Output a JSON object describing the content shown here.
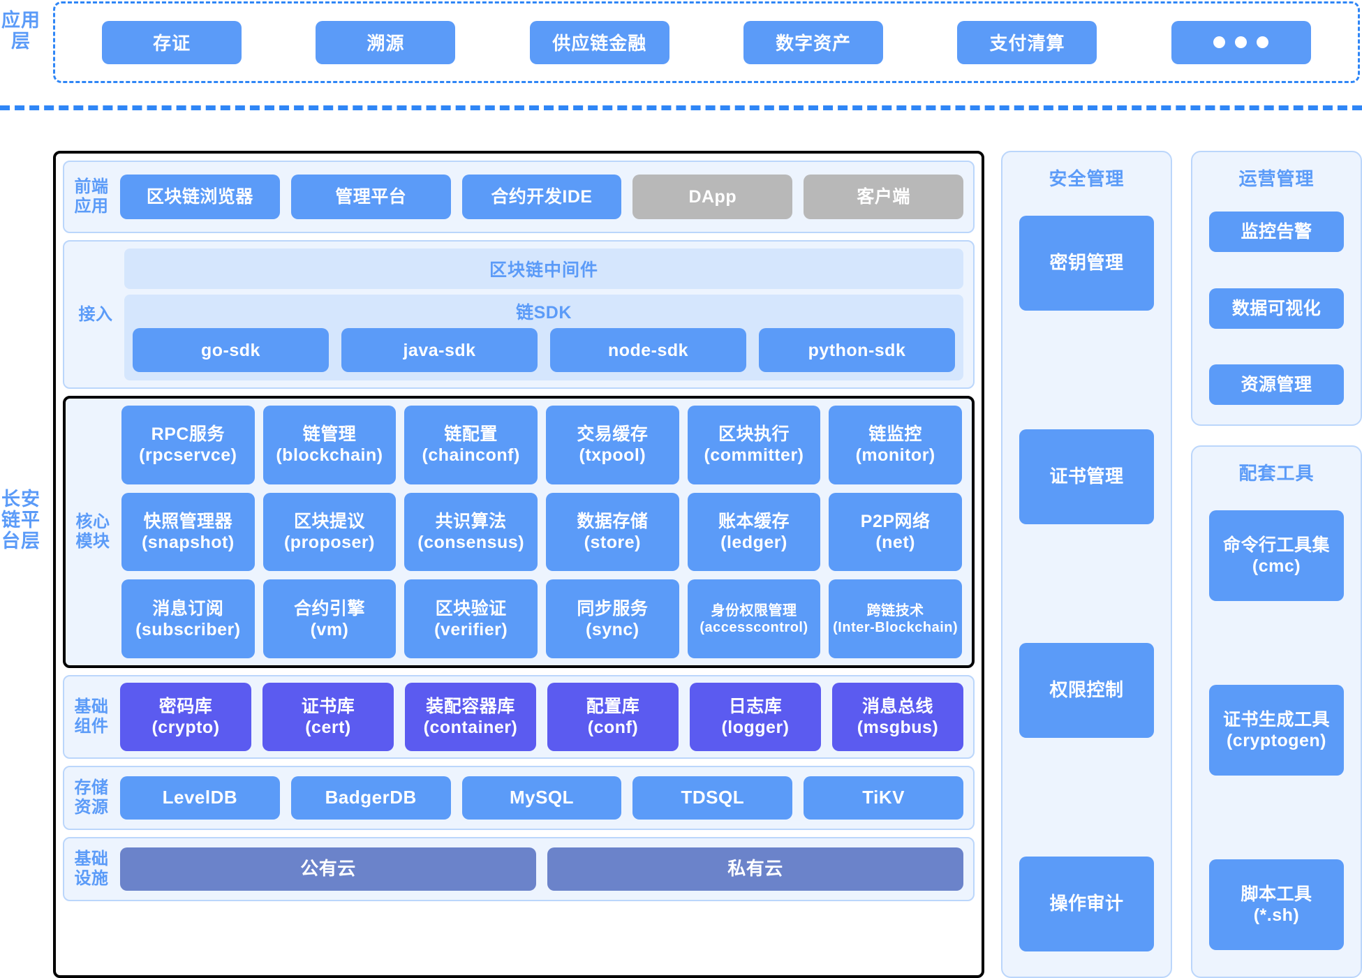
{
  "side_labels": {
    "application": "应用层",
    "platform": "长安链平台层"
  },
  "application_layer": {
    "items": [
      {
        "label": "存证"
      },
      {
        "label": "溯源"
      },
      {
        "label": "供应链金融"
      },
      {
        "label": "数字资产"
      },
      {
        "label": "支付清算"
      },
      {
        "label": "···"
      }
    ]
  },
  "platform_layer": {
    "frontend": {
      "label": "前端应用",
      "items": [
        {
          "label": "区块链浏览器",
          "style": "blue"
        },
        {
          "label": "管理平台",
          "style": "blue"
        },
        {
          "label": "合约开发IDE",
          "style": "blue"
        },
        {
          "label": "DApp",
          "style": "grey"
        },
        {
          "label": "客户端",
          "style": "grey"
        }
      ]
    },
    "access": {
      "label": "接入",
      "middleware": "区块链中间件",
      "sdk_title": "链SDK",
      "sdks": [
        {
          "label": "go-sdk"
        },
        {
          "label": "java-sdk"
        },
        {
          "label": "node-sdk"
        },
        {
          "label": "python-sdk"
        }
      ]
    },
    "core": {
      "label": "核心模块",
      "items": [
        {
          "cn": "RPC服务",
          "en": "(rpcservce)"
        },
        {
          "cn": "链管理",
          "en": "(blockchain)"
        },
        {
          "cn": "链配置",
          "en": "(chainconf)"
        },
        {
          "cn": "交易缓存",
          "en": "(txpool)"
        },
        {
          "cn": "区块执行",
          "en": "(committer)"
        },
        {
          "cn": "链监控",
          "en": "(monitor)"
        },
        {
          "cn": "快照管理器",
          "en": "(snapshot)"
        },
        {
          "cn": "区块提议",
          "en": "(proposer)"
        },
        {
          "cn": "共识算法",
          "en": "(consensus)"
        },
        {
          "cn": "数据存储",
          "en": "(store)"
        },
        {
          "cn": "账本缓存",
          "en": "(ledger)"
        },
        {
          "cn": "P2P网络",
          "en": "(net)"
        },
        {
          "cn": "消息订阅",
          "en": "(subscriber)"
        },
        {
          "cn": "合约引擎",
          "en": "(vm)"
        },
        {
          "cn": "区块验证",
          "en": "(verifier)"
        },
        {
          "cn": "同步服务",
          "en": "(sync)"
        },
        {
          "cn": "身份权限管理",
          "en": "(accesscontrol)"
        },
        {
          "cn": "跨链技术",
          "en": "(Inter-Blockchain)",
          "small": true
        }
      ]
    },
    "components": {
      "label": "基础组件",
      "items": [
        {
          "cn": "密码库",
          "en": "(crypto)"
        },
        {
          "cn": "证书库",
          "en": "(cert)"
        },
        {
          "cn": "装配容器库",
          "en": "(container)"
        },
        {
          "cn": "配置库",
          "en": "(conf)"
        },
        {
          "cn": "日志库",
          "en": "(logger)"
        },
        {
          "cn": "消息总线",
          "en": "(msgbus)"
        }
      ]
    },
    "storage": {
      "label": "存储资源",
      "items": [
        {
          "label": "LevelDB"
        },
        {
          "label": "BadgerDB"
        },
        {
          "label": "MySQL"
        },
        {
          "label": "TDSQL"
        },
        {
          "label": "TiKV"
        }
      ]
    },
    "infrastructure": {
      "label": "基础设施",
      "items": [
        {
          "label": "公有云"
        },
        {
          "label": "私有云"
        }
      ]
    }
  },
  "security_panel": {
    "title": "安全管理",
    "items": [
      {
        "label": "密钥管理"
      },
      {
        "label": "证书管理"
      },
      {
        "label": "权限控制"
      },
      {
        "label": "操作审计"
      }
    ]
  },
  "operation_panel": {
    "title": "运营管理",
    "items": [
      {
        "label": "监控告警"
      },
      {
        "label": "数据可视化"
      },
      {
        "label": "资源管理"
      }
    ]
  },
  "tools_panel": {
    "title": "配套工具",
    "items": [
      {
        "cn": "命令行工具集",
        "en": "(cmc)"
      },
      {
        "cn": "证书生成工具",
        "en": "(cryptogen)"
      },
      {
        "cn": "脚本工具",
        "en": "(*.sh)"
      }
    ]
  },
  "colors": {
    "accent_blue": "#5B9BF8",
    "dashed_blue": "#2f86f6",
    "panel_bg": "#EDF4FE",
    "middleware_bg": "#D5E6FD",
    "grey_node": "#B8B8B8",
    "purple_node": "#5B5BF0",
    "slate_node": "#6B83CA"
  }
}
